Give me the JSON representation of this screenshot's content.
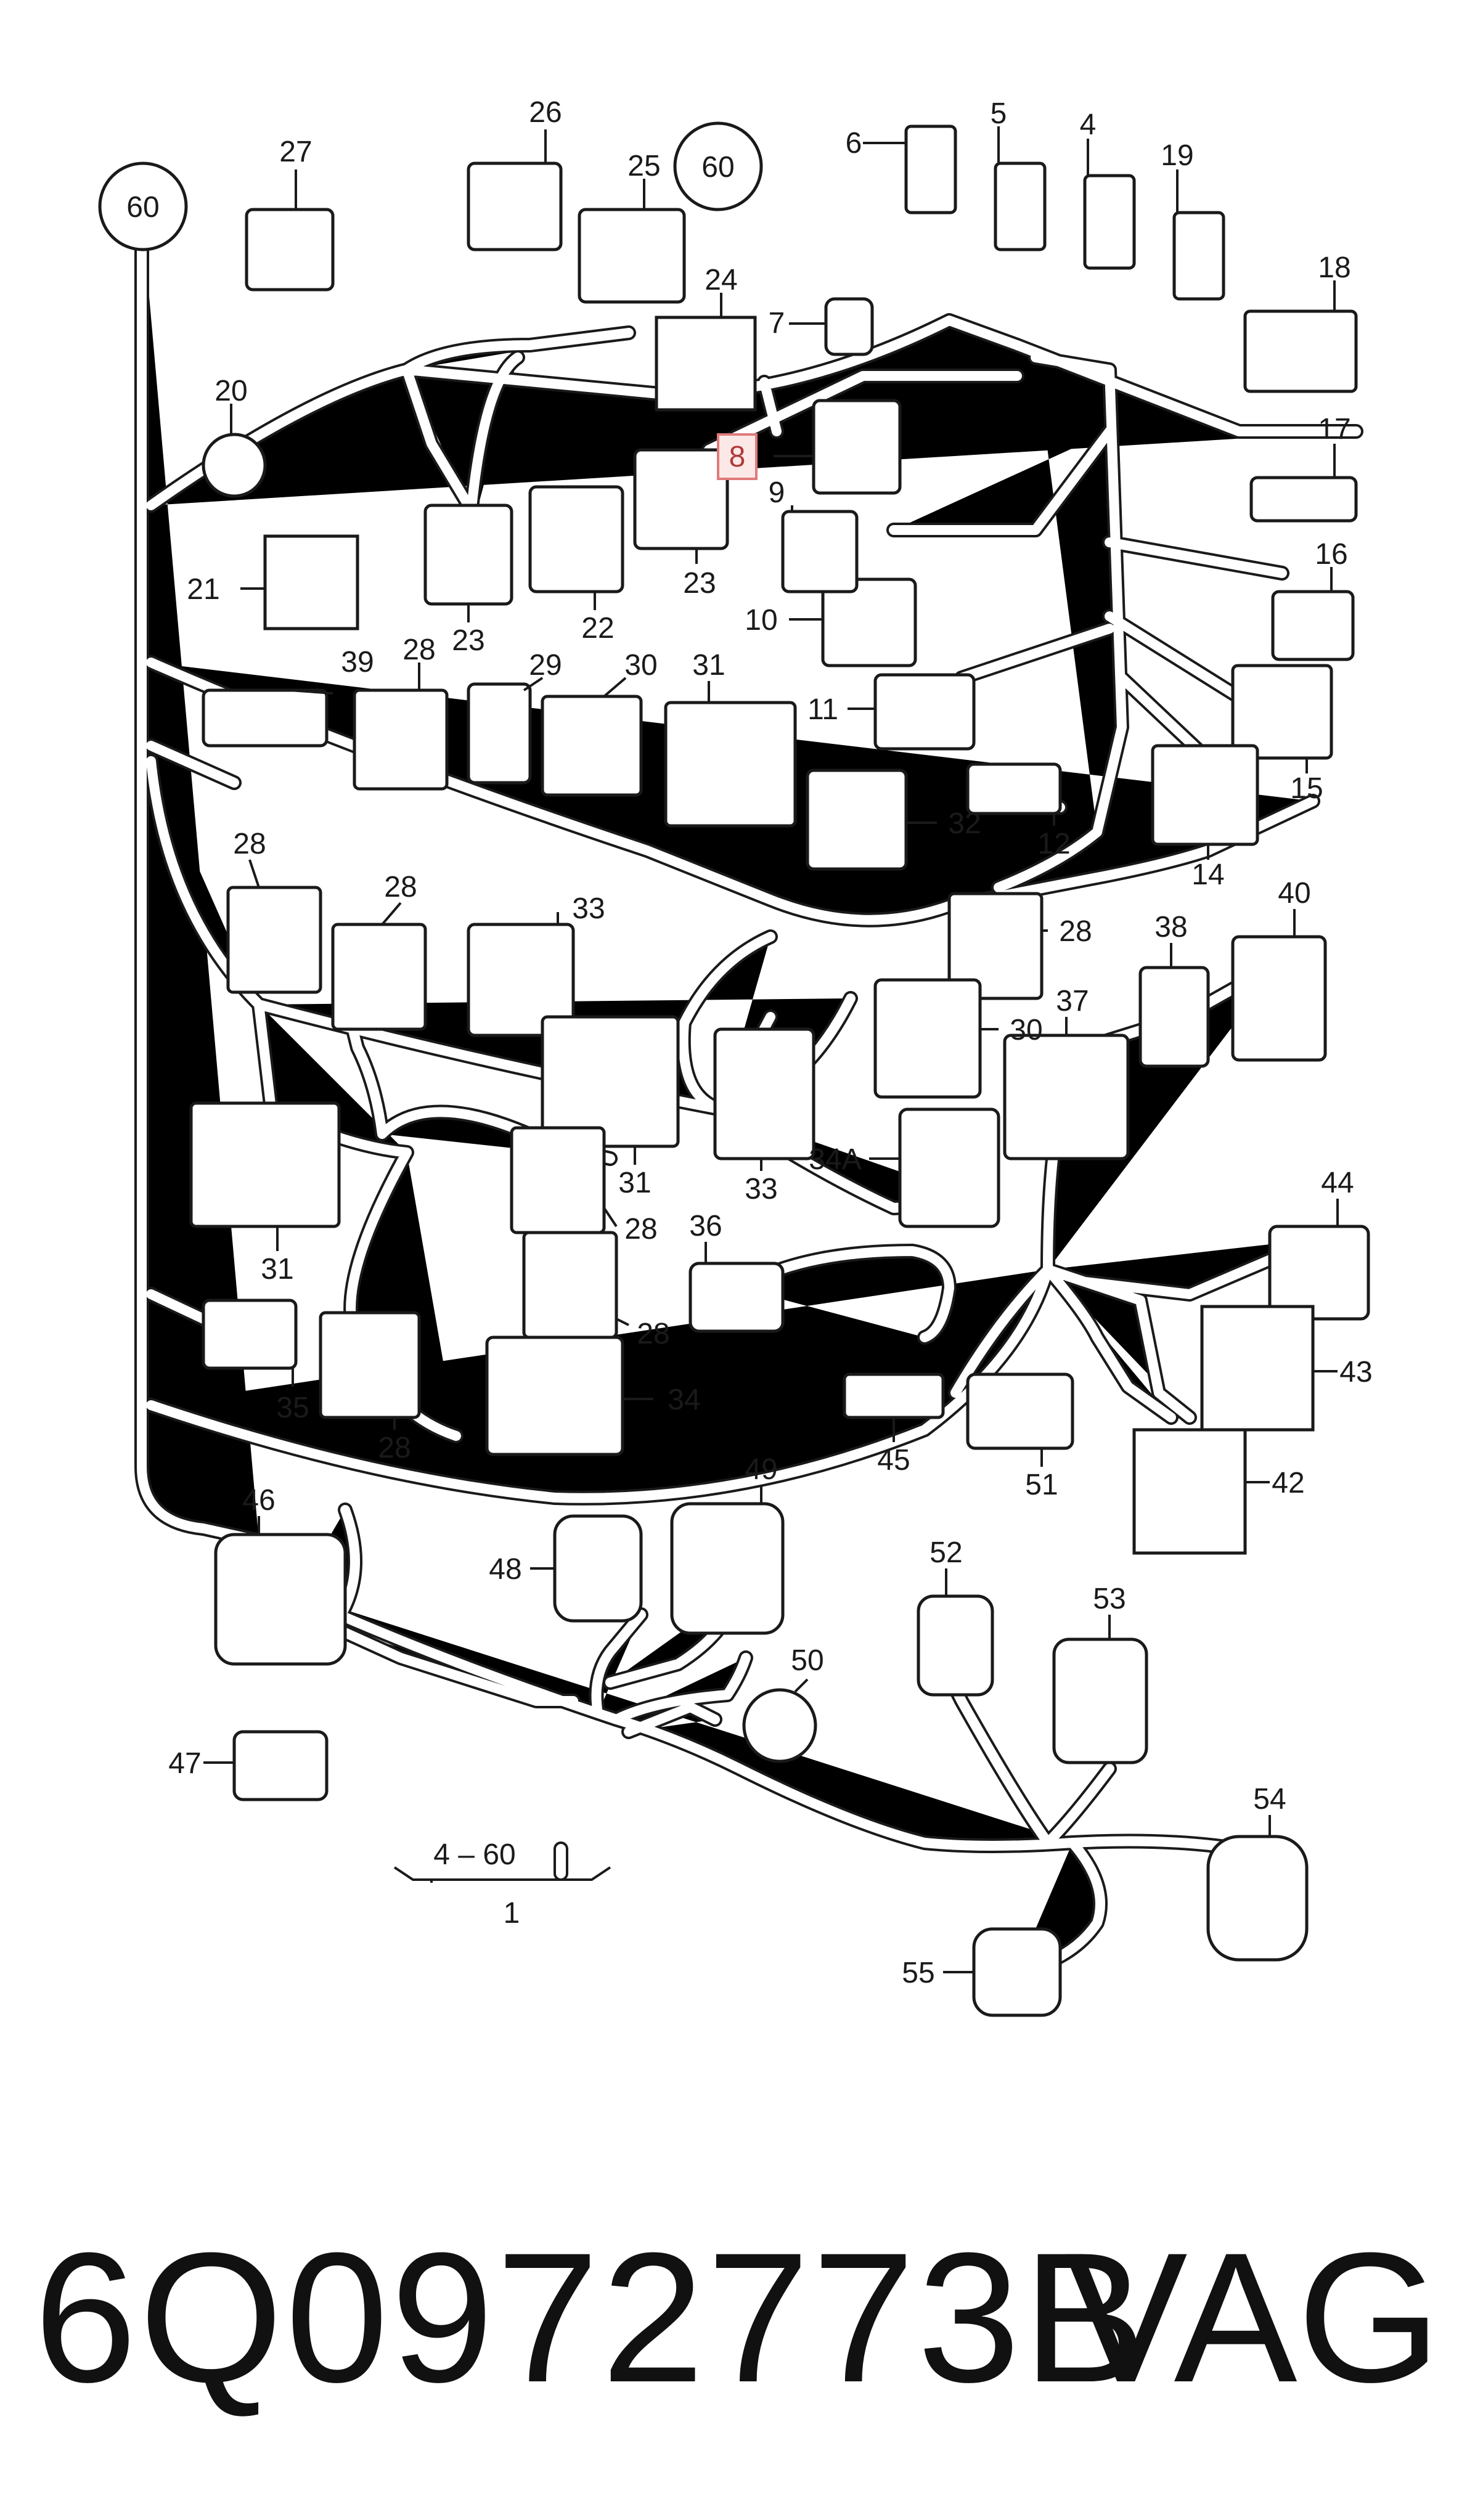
{
  "diagram": {
    "bubbles": [
      "60",
      "60"
    ],
    "callouts": {
      "c1": "1",
      "c4_60": "4 – 60",
      "c4": "4",
      "c5": "5",
      "c6": "6",
      "c7": "7",
      "c8": "8",
      "c9": "9",
      "c10": "10",
      "c11": "11",
      "c12": "12",
      "c14": "14",
      "c15": "15",
      "c16": "16",
      "c17": "17",
      "c18": "18",
      "c19": "19",
      "c20": "20",
      "c21": "21",
      "c23a": "23",
      "c23b": "23",
      "c22": "22",
      "c24": "24",
      "c25": "25",
      "c26": "26",
      "c27": "27",
      "c28a": "28",
      "c28b": "28",
      "c28c": "28",
      "c28d": "28",
      "c28e": "28",
      "c28f": "28",
      "c28g": "28",
      "c29": "29",
      "c30a": "30",
      "c30b": "30",
      "c31a": "31",
      "c31b": "31",
      "c31c": "31",
      "c32": "32",
      "c33a": "33",
      "c33b": "33",
      "c34": "34",
      "c34a": "34A",
      "c35": "35",
      "c36": "36",
      "c37": "37",
      "c38": "38",
      "c39": "39",
      "c40": "40",
      "c42": "42",
      "c43": "43",
      "c44": "44",
      "c45": "45",
      "c46": "46",
      "c47": "47",
      "c48": "48",
      "c49": "49",
      "c50": "50",
      "c51": "51",
      "c52": "52",
      "c53": "53",
      "c54": "54",
      "c55": "55"
    },
    "highlight_color": "#e07a7a"
  },
  "footer": {
    "part_number": "6Q0972773B",
    "brand": "VAG"
  }
}
